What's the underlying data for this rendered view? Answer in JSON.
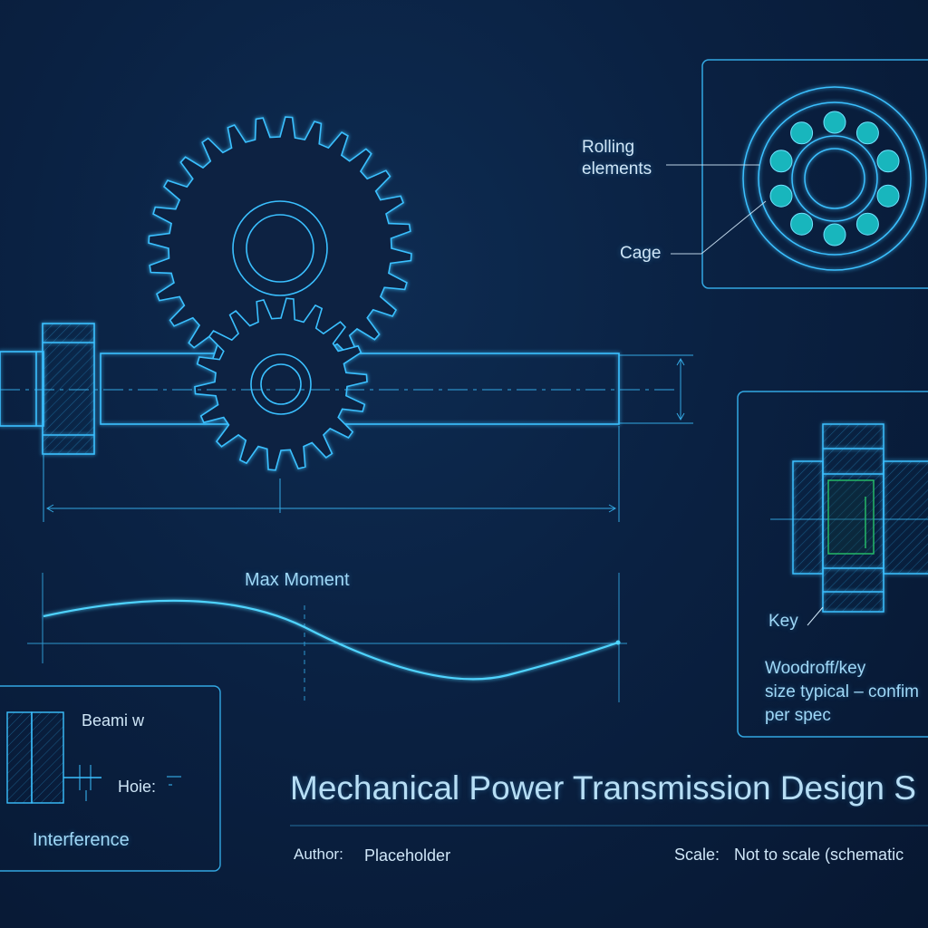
{
  "diagram": {
    "bearing_labels": {
      "rolling_elements_line1": "Rolling",
      "rolling_elements_line2": "elements",
      "cage": "Cage"
    },
    "moment": {
      "label": "Max Moment"
    },
    "key_panel": {
      "key_label": "Key",
      "note_line1": "Woodroff/key",
      "note_line2": "size typical – confim",
      "note_line3": "per spec"
    },
    "fit_panel": {
      "label1": "Beami w",
      "label2": "Hoie:",
      "label3": "Interference"
    },
    "title_block": {
      "title": "Mechanical Power Transmission Design S",
      "author_label": "Author:",
      "author_value": "Placeholder",
      "scale_label": "Scale:",
      "scale_value": "Not to scale (schematic"
    }
  },
  "colors": {
    "line": "#3bc0ff",
    "text": "#cfe6f7",
    "ball": "#18b6bd",
    "key_green": "#27c26a"
  }
}
